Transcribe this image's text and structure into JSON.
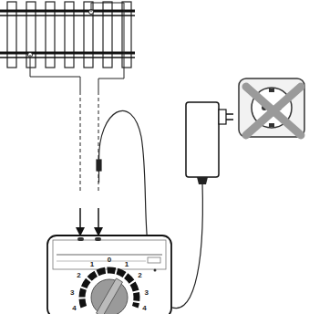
{
  "diagram": {
    "labels": [
      "4",
      "3",
      "2",
      "1",
      "0",
      "1",
      "2",
      "3",
      "4"
    ]
  }
}
